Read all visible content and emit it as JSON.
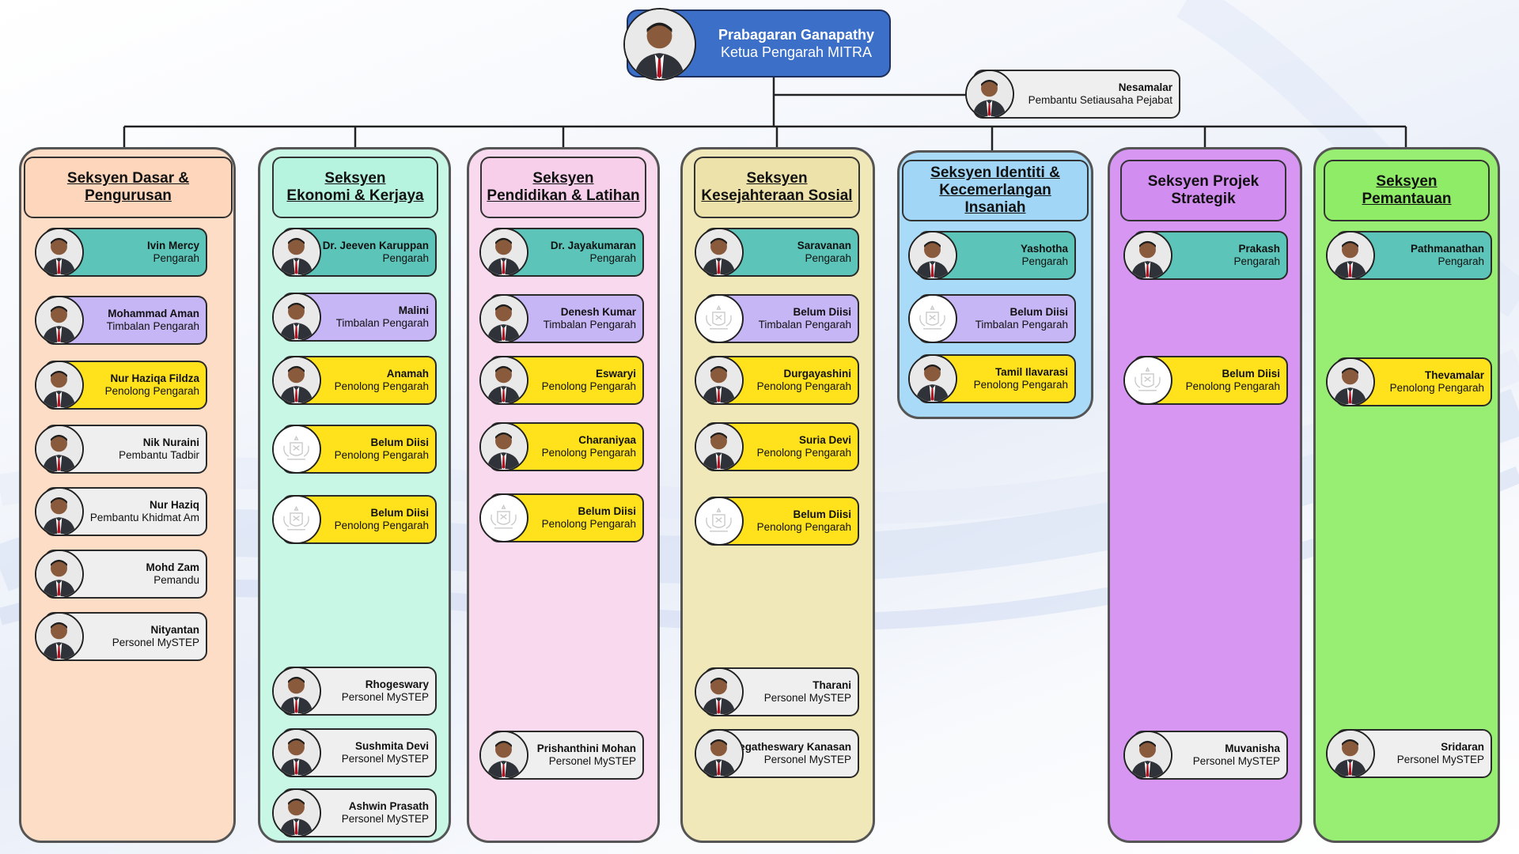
{
  "colors": {
    "teal": "#5cc4b8",
    "lavender": "#c6b6f5",
    "yellow": "#ffe21b",
    "grey": "#efefef",
    "top_box": "#3c6fc8"
  },
  "icons": {
    "person": "person-portrait-icon",
    "vacant": "malaysia-crest-icon"
  },
  "top": {
    "name": "Prabagaran Ganapathy",
    "role": "Ketua Pengarah MITRA"
  },
  "secretary": {
    "name": "Nesamalar",
    "role": "Pembantu Setiausaha Pejabat"
  },
  "sections": [
    {
      "title": [
        "Seksyen Dasar &",
        "Pengurusan"
      ],
      "members": [
        {
          "name": "Ivin Mercy",
          "role": "Pengarah",
          "level": "pengarah"
        },
        {
          "name": "Mohammad Aman",
          "role": "Timbalan Pengarah",
          "level": "timbalan"
        },
        {
          "name": "Nur Haziqa Fildza",
          "role": "Penolong Pengarah",
          "level": "penolong"
        },
        {
          "name": "Nik Nuraini",
          "role": "Pembantu Tadbir",
          "level": "staff"
        },
        {
          "name": "Nur Haziq",
          "role": "Pembantu Khidmat Am",
          "level": "staff"
        },
        {
          "name": "Mohd Zam",
          "role": "Pemandu",
          "level": "staff"
        },
        {
          "name": "Nityantan",
          "role": "Personel MySTEP",
          "level": "staff"
        }
      ]
    },
    {
      "title": [
        "Seksyen",
        "Ekonomi & Kerjaya"
      ],
      "members": [
        {
          "name": "Dr. Jeeven Karuppan",
          "role": "Pengarah",
          "level": "pengarah"
        },
        {
          "name": "Malini",
          "role": "Timbalan Pengarah",
          "level": "timbalan"
        },
        {
          "name": "Anamah",
          "role": "Penolong Pengarah",
          "level": "penolong"
        },
        {
          "name": "Belum Diisi",
          "role": "Penolong Pengarah",
          "level": "penolong",
          "vacant": true
        },
        {
          "name": "Belum Diisi",
          "role": "Penolong Pengarah",
          "level": "penolong",
          "vacant": true
        },
        {
          "name": "Rhogeswary",
          "role": "Personel MySTEP",
          "level": "staff"
        },
        {
          "name": "Sushmita Devi",
          "role": "Personel MySTEP",
          "level": "staff"
        },
        {
          "name": "Ashwin Prasath",
          "role": "Personel MySTEP",
          "level": "staff"
        }
      ]
    },
    {
      "title": [
        "Seksyen",
        "Pendidikan & Latihan"
      ],
      "members": [
        {
          "name": "Dr. Jayakumaran",
          "role": "Pengarah",
          "level": "pengarah"
        },
        {
          "name": "Denesh Kumar",
          "role": "Timbalan Pengarah",
          "level": "timbalan"
        },
        {
          "name": "Eswaryi",
          "role": "Penolong Pengarah",
          "level": "penolong"
        },
        {
          "name": "Charaniyaa",
          "role": "Penolong Pengarah",
          "level": "penolong"
        },
        {
          "name": "Belum Diisi",
          "role": "Penolong Pengarah",
          "level": "penolong",
          "vacant": true
        },
        {
          "name": "Prishanthini Mohan",
          "role": "Personel MySTEP",
          "level": "staff"
        }
      ]
    },
    {
      "title": [
        "Seksyen",
        "Kesejahteraan Sosial"
      ],
      "members": [
        {
          "name": "Saravanan",
          "role": "Pengarah",
          "level": "pengarah"
        },
        {
          "name": "Belum Diisi",
          "role": "Timbalan Pengarah",
          "level": "timbalan",
          "vacant": true
        },
        {
          "name": "Durgayashini",
          "role": "Penolong Pengarah",
          "level": "penolong"
        },
        {
          "name": "Suria Devi",
          "role": "Penolong Pengarah",
          "level": "penolong"
        },
        {
          "name": "Belum Diisi",
          "role": "Penolong Pengarah",
          "level": "penolong",
          "vacant": true
        },
        {
          "name": "Tharani",
          "role": "Personel MySTEP",
          "level": "staff"
        },
        {
          "name": "Jegatheswary Kanasan",
          "role": "Personel MySTEP",
          "level": "staff"
        }
      ]
    },
    {
      "title": [
        "Seksyen Identiti &",
        "Kecemerlangan Insaniah"
      ],
      "members": [
        {
          "name": "Yashotha",
          "role": "Pengarah",
          "level": "pengarah"
        },
        {
          "name": "Belum Diisi",
          "role": "Timbalan Pengarah",
          "level": "timbalan",
          "vacant": true
        },
        {
          "name": "Tamil Ilavarasi",
          "role": "Penolong Pengarah",
          "level": "penolong"
        }
      ]
    },
    {
      "title": [
        "Seksyen Projek",
        "Strategik"
      ],
      "members": [
        {
          "name": "Prakash",
          "role": "Pengarah",
          "level": "pengarah"
        },
        {
          "name": "Belum Diisi",
          "role": "Penolong Pengarah",
          "level": "penolong",
          "vacant": true
        },
        {
          "name": "Muvanisha",
          "role": "Personel MySTEP",
          "level": "staff"
        }
      ]
    },
    {
      "title": [
        "Seksyen",
        "Pemantauan"
      ],
      "members": [
        {
          "name": "Pathmanathan",
          "role": "Pengarah",
          "level": "pengarah"
        },
        {
          "name": "Thevamalar",
          "role": "Penolong Pengarah",
          "level": "penolong"
        },
        {
          "name": "Sridaran",
          "role": "Personel MySTEP",
          "level": "staff"
        }
      ]
    }
  ]
}
